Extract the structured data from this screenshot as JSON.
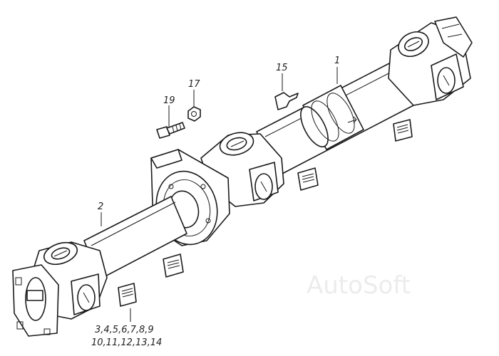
{
  "callouts": {
    "c1": "1",
    "c2": "2",
    "c15": "15",
    "c17": "17",
    "c19": "19",
    "group_line1": "3,4,5,6,7,8,9",
    "group_line2": "10,11,12,13,14"
  },
  "watermark": "AutoSoft"
}
